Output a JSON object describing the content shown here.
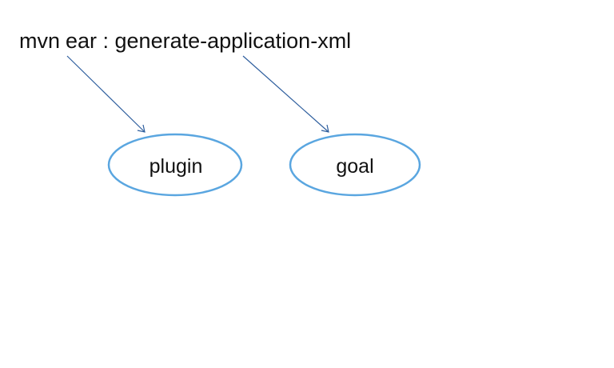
{
  "command": {
    "part1": "mvn",
    "part2": "ear : generate-application-xml"
  },
  "nodes": {
    "plugin": "plugin",
    "goal": "goal"
  },
  "colors": {
    "ellipse_stroke": "#5aa6e0",
    "arrow": "#2f5f9e",
    "text": "#111111"
  }
}
